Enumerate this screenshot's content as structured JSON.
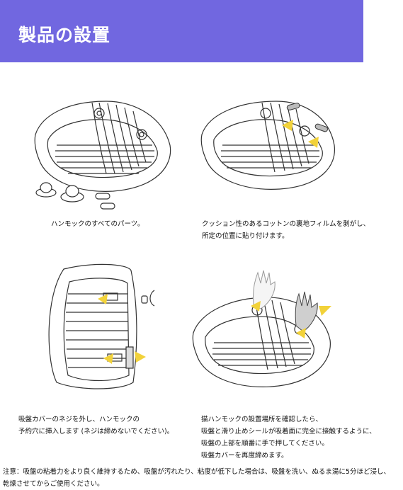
{
  "header": {
    "title": "製品の設置",
    "banner_color": "#7167e0"
  },
  "steps": [
    {
      "caption_lines": [
        "ハンモックのすべてのパーツ。"
      ]
    },
    {
      "caption_lines": [
        "クッション性のあるコットンの裏地フィルムを剥がし、",
        "所定の位置に貼り付けます。"
      ]
    },
    {
      "caption_lines": [
        "吸盤カバーのネジを外し、ハンモックの",
        "予約穴に挿入します (ネジは締めないでください)。"
      ]
    },
    {
      "caption_lines": [
        "猫ハンモックの設置場所を確認したら、",
        "吸盤と滑り止めシールが吸着面に完全に接触するように、",
        "吸盤の上部を順番に手で押してください。",
        "吸盤カバーを再度締めます。"
      ]
    }
  ],
  "note": {
    "lines": [
      "注意：吸盤の粘着力をより良く維持するため、吸盤が汚れたり、粘度が低下した場合は、吸盤を洗い、ぬるま湯に5分ほど浸し、",
      "乾燥させてからご使用ください。"
    ]
  },
  "colors": {
    "arrow": "#f2d23a",
    "outline": "#333333"
  },
  "icons": [
    "hammock-illustration",
    "suction-cup-icon",
    "arrow-icon",
    "hand-icon"
  ]
}
